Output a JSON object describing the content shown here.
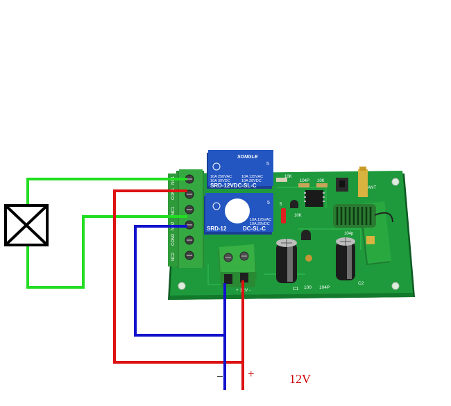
{
  "relay_top": {
    "brand": "SONGLE",
    "pin": "5",
    "rating_l1": "10A 250VAC",
    "rating_l2": "10A 30VDC",
    "rating_r1": "10A 125VAC",
    "rating_r2": "10A 28VDC",
    "model": "SRD-12VDC-SL-C"
  },
  "relay_bottom": {
    "pin": "5",
    "rating_r1": "10A 125VAC",
    "rating_r2": "10A 28VDC",
    "model_left": "SRD-12",
    "model_right": "DC-SL-C"
  },
  "terminal_labels": [
    "NO1",
    "COM1",
    "NC1",
    "NO2",
    "COM2",
    "NC2"
  ],
  "board_labels": {
    "r1": "10K",
    "c1p": "104P",
    "r2": "10K",
    "r3": "10K",
    "c104p": "104p",
    "bottom_c1": "C1",
    "bottom_100": "100",
    "bottom_104p": "104P",
    "bottom_c2": "C2",
    "power_terminal": "+ 12V -",
    "antenna": "ANT",
    "led": "5"
  },
  "power": {
    "minus": "−",
    "plus": "+",
    "voltage": "12V"
  },
  "colors": {
    "green_wire": "#22dd22",
    "red_wire": "#dd1111",
    "blue_wire": "#1111cc",
    "pcb": "#1e9a3c",
    "relay": "#1f4fb0",
    "terminal": "#2e9a3a"
  }
}
